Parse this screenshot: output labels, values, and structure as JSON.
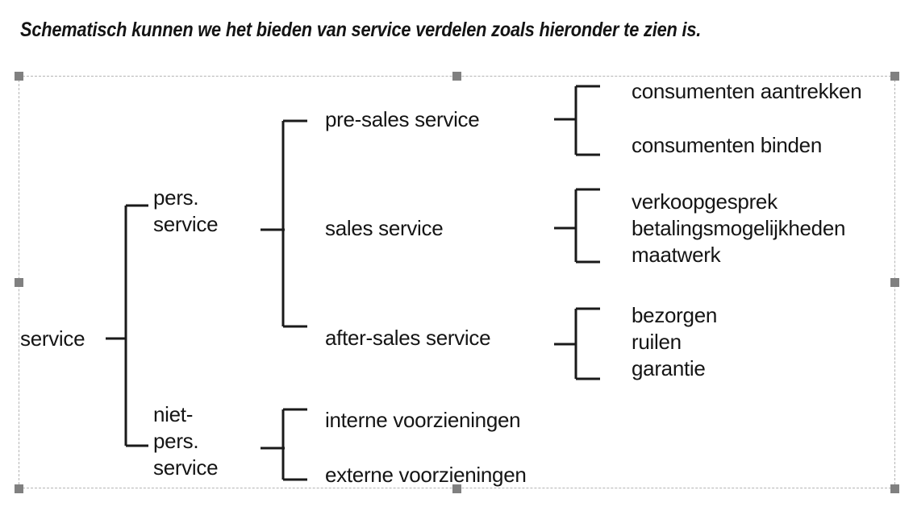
{
  "intro": {
    "text": "Schematisch kunnen we het bieden van service verdelen zoals hieronder te zien is."
  },
  "diagram": {
    "type": "tree",
    "colors": {
      "line": "#1a1a1a",
      "text": "#151515",
      "selection_border": "#b4b4b4",
      "handle": "#808080",
      "background": "#ffffff"
    },
    "root": {
      "label": "service"
    },
    "level1": [
      {
        "label": "pers.\nservice"
      },
      {
        "label": "niet-\npers.\nservice"
      }
    ],
    "level2": [
      {
        "label": "pre-sales service"
      },
      {
        "label": "sales service"
      },
      {
        "label": "after-sales service"
      },
      {
        "label": "interne voorzieningen"
      },
      {
        "label": "externe voorzieningen"
      }
    ],
    "level3": [
      {
        "label": "consumenten aantrekken"
      },
      {
        "label": "consumenten binden"
      },
      {
        "label": "verkoopgesprek"
      },
      {
        "label": "betalingsmogelijkheden"
      },
      {
        "label": "maatwerk"
      },
      {
        "label": "bezorgen"
      },
      {
        "label": "ruilen"
      },
      {
        "label": "garantie"
      }
    ],
    "handles": [
      "handle-nw",
      "handle-n",
      "handle-ne",
      "handle-w",
      "handle-e",
      "handle-sw",
      "handle-s",
      "handle-se"
    ]
  }
}
